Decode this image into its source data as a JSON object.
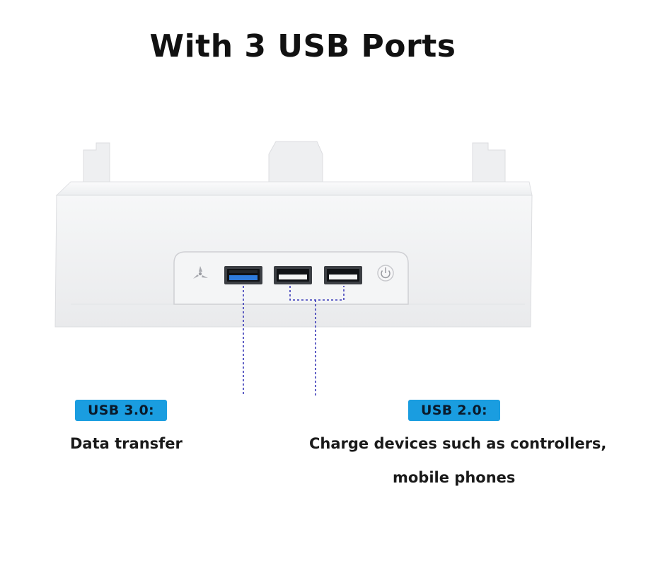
{
  "headline": "With 3 USB Ports",
  "ports": {
    "usb3": {
      "label": "USB 3.0:",
      "description": "Data transfer",
      "color": "#2e7bdc"
    },
    "usb2": {
      "label": "USB 2.0:",
      "description_line1": "Charge devices such as controllers,",
      "description_line2": "mobile phones",
      "color": "#1a1a1a"
    }
  },
  "colors": {
    "badge": "#1a9de0",
    "leader_line": "#3a3ab8",
    "dock": "#f1f2f4"
  },
  "icons": [
    "fan-icon",
    "power-icon"
  ]
}
